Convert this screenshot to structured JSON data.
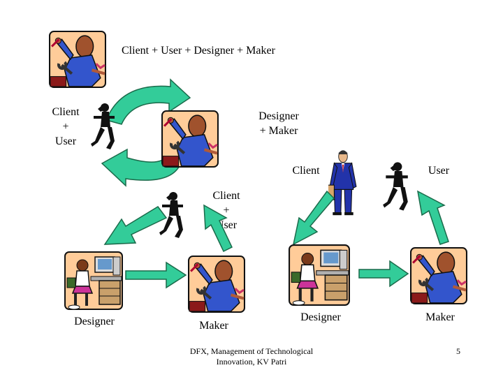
{
  "labels": {
    "top_title": "Client + User + Designer + Maker",
    "cycle_left_line1": "Client",
    "cycle_left_line2": "+",
    "cycle_left_line3": "User",
    "cycle_right_line1": "Designer",
    "cycle_right_line2": "+ Maker",
    "bl_mid_line1": "Client",
    "bl_mid_line2": "+",
    "bl_mid_line3": "User",
    "bl_designer": "Designer",
    "bl_maker": "Maker",
    "br_client": "Client",
    "br_user": "User",
    "br_designer": "Designer",
    "br_maker": "Maker"
  },
  "footer": {
    "line1": "DFX, Management of Technological",
    "line2": "Innovation, KV Patri",
    "page_number": "5"
  },
  "colors": {
    "arrow_fill": "#33cc99",
    "arrow_stroke": "#1a6a4a",
    "card_bg": "#ffcc99",
    "worker_blue": "#3355cc",
    "skin": "#b05a3a"
  }
}
